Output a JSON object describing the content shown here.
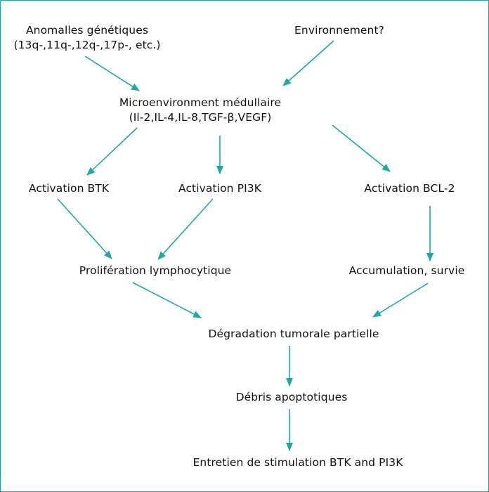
{
  "colors": {
    "arrow": "#1fa7a4",
    "border": "#1fa7a4",
    "text": "#111111",
    "background": "#ffffff"
  },
  "nodes": {
    "genetic_anomalies": {
      "line1": "Anomalles génétiques",
      "line2": "(13q-,11q-,12q-,17p-, etc.)"
    },
    "environment": "Environnement?",
    "bone_marrow_microenvironment": {
      "line1": "Microenvironment médullaire",
      "line2": "(Il-2,IL-4,IL-8,TGF-β,VEGF)"
    },
    "activation_btk": "Activation BTK",
    "activation_pi3k": "Activation PI3K",
    "activation_bcl2": "Activation BCL-2",
    "lymphocytic_proliferation": "Prolifération lymphocytique",
    "accumulation_survival": "Accumulation, survie",
    "partial_tumor_degradation": "Dégradation tumorale partielle",
    "apoptotic_debris": "Débris apoptotiques",
    "stimulation_maintenance": "Entretien de stimulation BTK and PI3K"
  },
  "edges": [
    {
      "from": "genetic_anomalies",
      "to": "bone_marrow_microenvironment"
    },
    {
      "from": "environment",
      "to": "bone_marrow_microenvironment"
    },
    {
      "from": "bone_marrow_microenvironment",
      "to": "activation_btk"
    },
    {
      "from": "bone_marrow_microenvironment",
      "to": "activation_pi3k"
    },
    {
      "from": "bone_marrow_microenvironment",
      "to": "activation_bcl2"
    },
    {
      "from": "activation_btk",
      "to": "lymphocytic_proliferation"
    },
    {
      "from": "activation_pi3k",
      "to": "lymphocytic_proliferation"
    },
    {
      "from": "activation_bcl2",
      "to": "accumulation_survival"
    },
    {
      "from": "lymphocytic_proliferation",
      "to": "partial_tumor_degradation"
    },
    {
      "from": "accumulation_survival",
      "to": "partial_tumor_degradation"
    },
    {
      "from": "partial_tumor_degradation",
      "to": "apoptotic_debris"
    },
    {
      "from": "apoptotic_debris",
      "to": "stimulation_maintenance"
    }
  ]
}
